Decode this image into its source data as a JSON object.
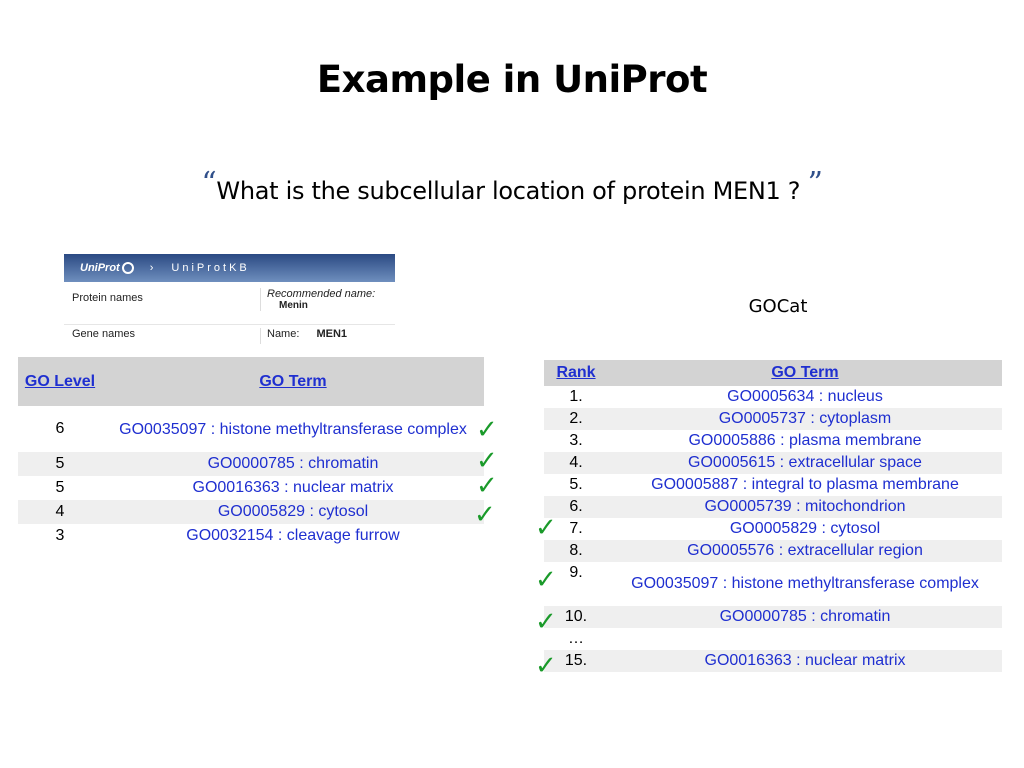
{
  "title": "Example in UniProt",
  "question": {
    "open_quote": "“",
    "text": "What is the subcellular location of protein MEN1 ?",
    "close_quote": "”"
  },
  "uniprot": {
    "logo": "UniProt",
    "breadcrumb_sep": "›",
    "section": "UniProtKB",
    "protein_names_label": "Protein names",
    "recommended_label": "Recommended name:",
    "recommended_value": "Menin",
    "gene_names_label": "Gene names",
    "name_label": "Name:",
    "name_value": "MEN1"
  },
  "gocat_label": "GOCat",
  "left_table": {
    "col_level": "GO Level",
    "col_term": "GO Term",
    "rows": [
      {
        "level": "6",
        "term": "GO0035097 : histone methyltransferase complex"
      },
      {
        "level": "5",
        "term": "GO0000785 : chromatin"
      },
      {
        "level": "5",
        "term": "GO0016363 : nuclear matrix"
      },
      {
        "level": "4",
        "term": "GO0005829 : cytosol"
      },
      {
        "level": "3",
        "term": "GO0032154 : cleavage furrow"
      }
    ]
  },
  "right_table": {
    "col_rank": "Rank",
    "col_term": "GO Term",
    "rows": [
      {
        "rank": "1.",
        "term": "GO0005634 : nucleus"
      },
      {
        "rank": "2.",
        "term": "GO0005737 : cytoplasm"
      },
      {
        "rank": "3.",
        "term": "GO0005886 : plasma membrane"
      },
      {
        "rank": "4.",
        "term": "GO0005615 : extracellular space"
      },
      {
        "rank": "5.",
        "term": "GO0005887 : integral to plasma membrane"
      },
      {
        "rank": "6.",
        "term": "GO0005739 : mitochondrion"
      },
      {
        "rank": "7.",
        "term": "GO0005829 : cytosol"
      },
      {
        "rank": "8.",
        "term": "GO0005576 : extracellular region"
      },
      {
        "rank": "9.",
        "term": "GO0035097 : histone methyltransferase complex"
      },
      {
        "rank": "10.",
        "term": "GO0000785 : chromatin"
      },
      {
        "rank": "…",
        "term": ""
      },
      {
        "rank": "15.",
        "term": "GO0016363 : nuclear matrix"
      }
    ]
  },
  "checkmark": "✓",
  "colors": {
    "link": "#1f2fd0",
    "check": "#1a9a2a",
    "header_bg": "#d3d3d3",
    "alt_row": "#efefef"
  }
}
